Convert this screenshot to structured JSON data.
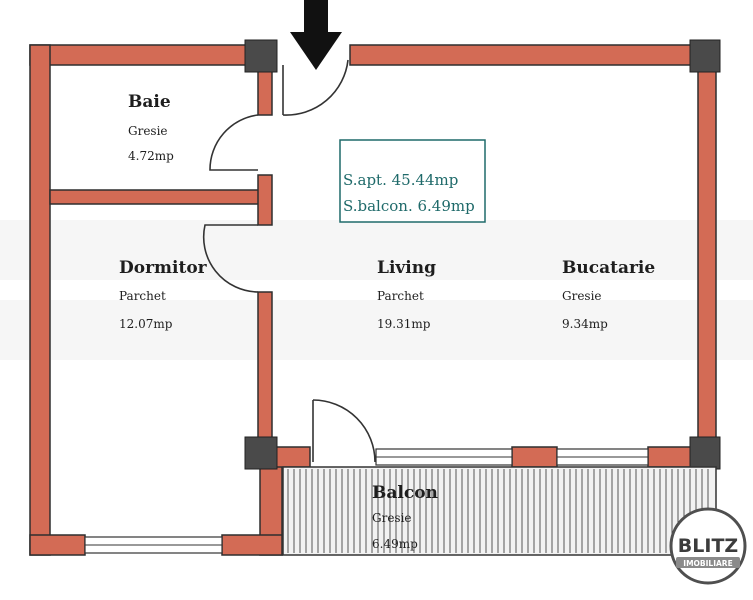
{
  "summary": {
    "apartment_area": "S.apt. 45.44mp",
    "balcony_area": "S.balcon. 6.49mp"
  },
  "rooms": {
    "baie": {
      "name": "Baie",
      "material": "Gresie",
      "area": "4.72mp"
    },
    "dormitor": {
      "name": "Dormitor",
      "material": "Parchet",
      "area": "12.07mp"
    },
    "living": {
      "name": "Living",
      "material": "Parchet",
      "area": "19.31mp"
    },
    "bucatarie": {
      "name": "Bucatarie",
      "material": "Gresie",
      "area": "9.34mp"
    },
    "balcon": {
      "name": "Balcon",
      "material": "Gresie",
      "area": "6.49mp"
    }
  },
  "logo": {
    "brand": "BLITZ",
    "subtitle": "IMOBILIARE"
  },
  "colors": {
    "wall": "#d36b55",
    "pillar": "#4a4a4a",
    "summary": "#1f6a6a"
  },
  "icons": {
    "entrance": "arrow-down-icon"
  }
}
